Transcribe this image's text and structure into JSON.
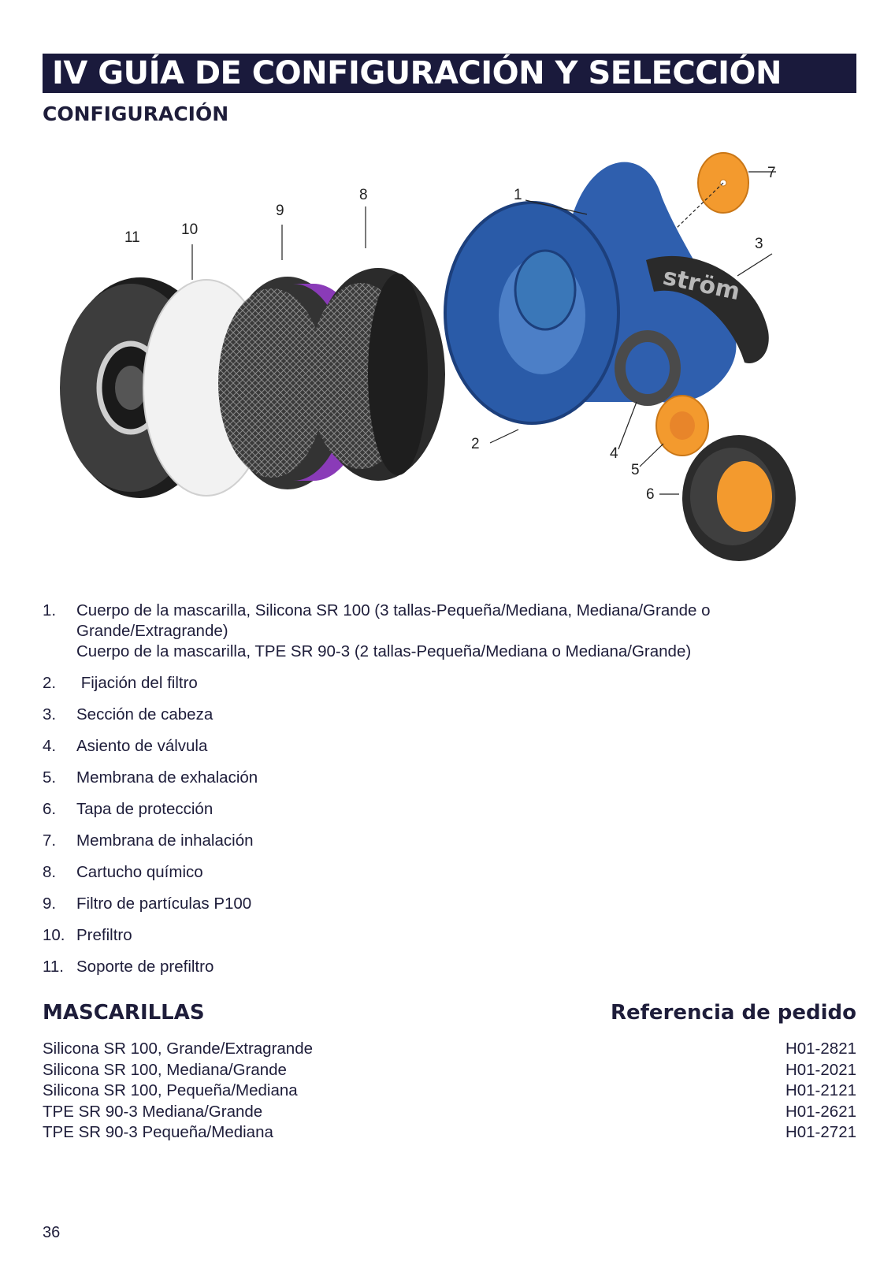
{
  "header": {
    "title": "IV GUÍA DE CONFIGURACIÓN Y SELECCIÓN",
    "subtitle": "CONFIGURACIÓN"
  },
  "diagram": {
    "callouts": [
      "1",
      "2",
      "3",
      "4",
      "5",
      "6",
      "7",
      "8",
      "9",
      "10",
      "11"
    ],
    "brand_text": "ström",
    "colors": {
      "mask_blue": "#2a5ba8",
      "filter_purple": "#8a3bb8",
      "orange": "#f39a2e",
      "dark": "#2b2b2b"
    }
  },
  "parts": [
    {
      "num": "1.",
      "lines": [
        "Cuerpo de la mascarilla, Silicona SR 100 (3 tallas-Pequeña/Mediana, Mediana/Grande o",
        "Grande/Extragrande)",
        "Cuerpo de la mascarilla, TPE SR 90-3 (2 tallas-Pequeña/Mediana o Mediana/Grande)"
      ]
    },
    {
      "num": "2.",
      "lines": [
        " Fijación del filtro"
      ]
    },
    {
      "num": "3.",
      "lines": [
        "Sección de cabeza"
      ]
    },
    {
      "num": "4.",
      "lines": [
        "Asiento de válvula"
      ]
    },
    {
      "num": "5.",
      "lines": [
        "Membrana de exhalación"
      ]
    },
    {
      "num": "6.",
      "lines": [
        "Tapa de protección"
      ]
    },
    {
      "num": "7.",
      "lines": [
        "Membrana de inhalación"
      ]
    },
    {
      "num": "8.",
      "lines": [
        "Cartucho químico"
      ]
    },
    {
      "num": "9.",
      "lines": [
        "Filtro de partículas P100"
      ]
    },
    {
      "num": "10.",
      "lines": [
        "Prefiltro"
      ]
    },
    {
      "num": "11.",
      "lines": [
        "Soporte de prefiltro"
      ]
    }
  ],
  "masks": {
    "heading": "MASCARILLAS",
    "ref_heading": "Referencia de pedido",
    "rows": [
      {
        "name": "Silicona SR 100, Grande/Extragrande",
        "ref": "H01-2821"
      },
      {
        "name": "Silicona SR 100, Mediana/Grande",
        "ref": "H01-2021"
      },
      {
        "name": "Silicona SR 100, Pequeña/Mediana",
        "ref": "H01-2121"
      },
      {
        "name": "TPE SR 90-3 Mediana/Grande",
        "ref": "H01-2621"
      },
      {
        "name": "TPE SR 90-3 Pequeña/Mediana",
        "ref": "H01-2721"
      }
    ]
  },
  "footer": {
    "page_number": "36"
  }
}
